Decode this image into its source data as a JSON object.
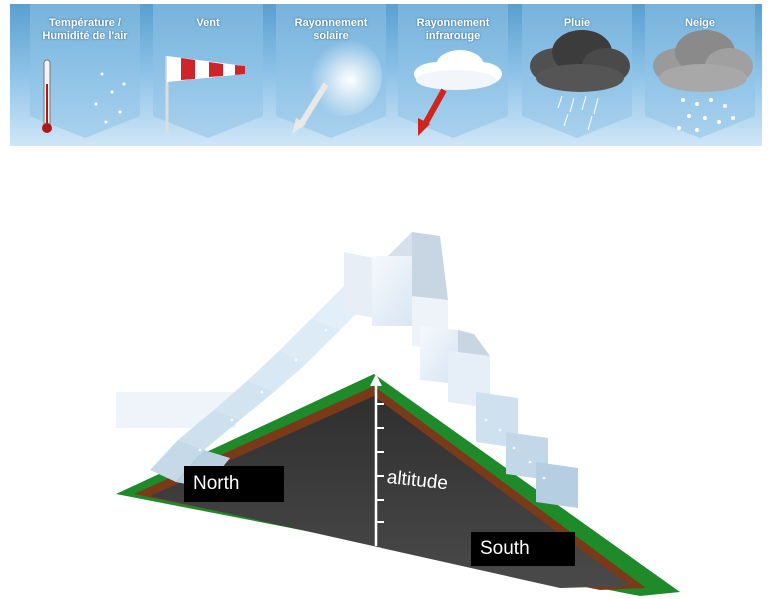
{
  "top_strip": {
    "panels": [
      {
        "label": "Température /\nHumidité de l'air",
        "icon": "thermometer-icon"
      },
      {
        "label": "Vent",
        "icon": "windsock-icon"
      },
      {
        "label": "Rayonnement\nsolaire",
        "icon": "sun-ray-icon"
      },
      {
        "label": "Rayonnement\ninfrarouge",
        "icon": "infrared-ray-icon"
      },
      {
        "label": "Pluie",
        "icon": "rain-cloud-icon"
      },
      {
        "label": "Neige",
        "icon": "snow-cloud-icon"
      }
    ]
  },
  "diagram": {
    "north_label": "North",
    "south_label": "South",
    "axis_label": "altitude"
  },
  "colors": {
    "strip_blue": "#5a9fd0",
    "ground_green": "#1f8a2a",
    "soil_brown": "#7a3a1a",
    "rock_dark": "#3d3d3d",
    "snow_white": "#eef4fb",
    "label_black": "#000000"
  }
}
